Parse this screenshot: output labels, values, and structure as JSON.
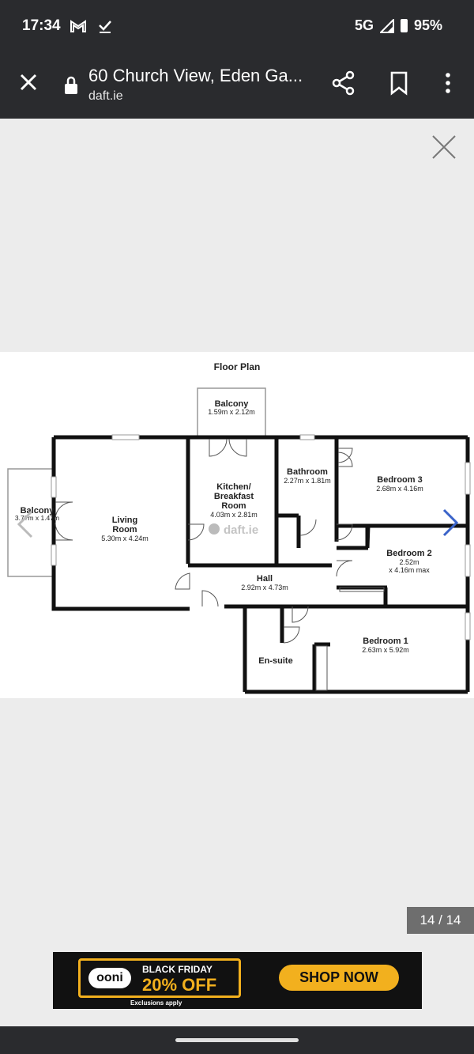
{
  "status_bar": {
    "time": "17:34",
    "network": "5G",
    "battery": "95%"
  },
  "browser": {
    "page_title": "60 Church View, Eden Ga...",
    "host": "daft.ie"
  },
  "gallery": {
    "counter": "14 / 14"
  },
  "floor_plan": {
    "title": "Floor Plan",
    "watermark": "daft.ie",
    "rooms": {
      "balcony_top": {
        "name": "Balcony",
        "size": "1.59m x 2.12m"
      },
      "balcony_left": {
        "name": "Balcony",
        "size": "3.7?m x 1.47m"
      },
      "kitchen": {
        "name_lines": [
          "Kitchen/",
          "Breakfast",
          "Room"
        ],
        "size": "4.03m x 2.81m"
      },
      "bathroom": {
        "name": "Bathroom",
        "size": "2.27m x 1.81m"
      },
      "bedroom3": {
        "name": "Bedroom 3",
        "size": "2.68m x 4.16m"
      },
      "living": {
        "name_lines": [
          "Living",
          "Room"
        ],
        "size": "5.30m x 4.24m"
      },
      "bedroom2": {
        "name": "Bedroom 2",
        "size_lines": [
          "2.52m",
          "x 4.16m max"
        ]
      },
      "hall": {
        "name": "Hall",
        "size": "2.92m x 4.73m"
      },
      "bedroom1": {
        "name": "Bedroom 1",
        "size": "2.63m x 5.92m"
      },
      "ensuite": {
        "name": "En-suite"
      }
    }
  },
  "ad": {
    "brand": "ooni",
    "headline": "BLACK FRIDAY",
    "offer": "20% OFF",
    "disclaimer": "Exclusions apply",
    "cta": "SHOP NOW"
  },
  "colors": {
    "bar": "#2a2b2e",
    "accent_yellow": "#f2b01e",
    "nav_arrow_blue": "#3a63c9"
  }
}
